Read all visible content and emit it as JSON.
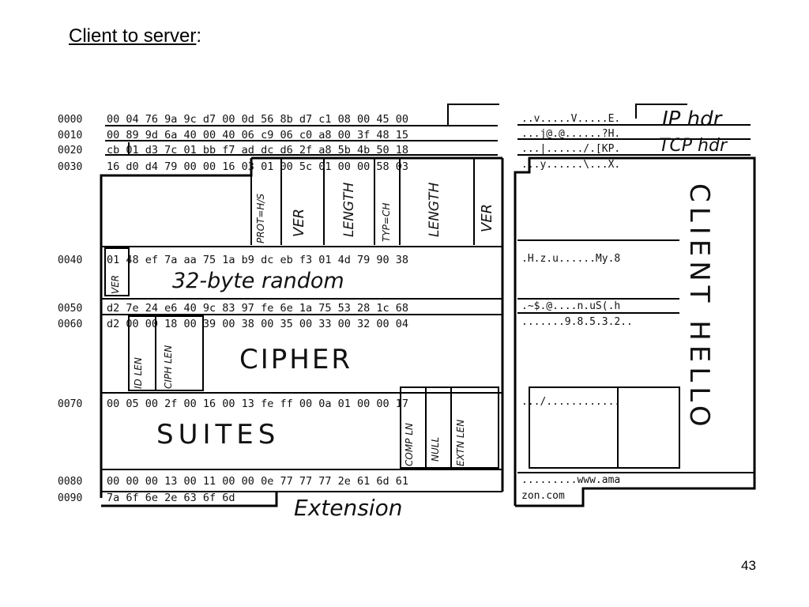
{
  "title": {
    "text": "Client to server",
    "suffix": ":"
  },
  "page_number": "43",
  "rows": [
    {
      "offset": "0000",
      "hex": "00 04 76 9a 9c d7 00 0d 56 8b d7 c1 08 00 45 00",
      "ascii": "..v.....V.....E."
    },
    {
      "offset": "0010",
      "hex": "00 89 9d 6a 40 00 40 06 c9 06 c0 a8 00 3f 48 15",
      "ascii": "...j@.@......?H."
    },
    {
      "offset": "0020",
      "hex": "cb 01 d3 7c 01 bb f7 ad dc d6 2f a8 5b 4b 50 18",
      "ascii": "...|....../.[KP."
    },
    {
      "offset": "0030",
      "hex": "16 d0 d4 79 00 00 16 03 01 00 5c 01 00 00 58 03",
      "ascii": "...y......\\...X."
    },
    {
      "offset": "0040",
      "hex": "01 48 ef 7a aa 75 1a b9 dc eb f3 01 4d 79 90 38",
      "ascii": ".H.z.u......My.8"
    },
    {
      "offset": "0050",
      "hex": "d2 7e 24 e6 40 9c 83 97 fe 6e 1a 75 53 28 1c 68",
      "ascii": ".~$.@....n.uS(.h"
    },
    {
      "offset": "0060",
      "hex": "d2 00 00 18 00 39 00 38 00 35 00 33 00 32 00 04",
      "ascii": ".......9.8.5.3.2.."
    },
    {
      "offset": "0070",
      "hex": "00 05 00 2f 00 16 00 13 fe ff 00 0a 01 00 00 17",
      "ascii": ".../............"
    },
    {
      "offset": "0080",
      "hex": "00 00 00 13 00 11 00 00 0e 77 77 77 2e 61 6d 61",
      "ascii": ".........www.ama"
    },
    {
      "offset": "0090",
      "hex": "7a 6f 6e 2e 63 6f 6d",
      "ascii": "zon.com"
    }
  ],
  "annotations": {
    "ip_hdr": "IP hdr",
    "tcp_hdr": "TCP hdr",
    "prot_hs": "PROT=H/S",
    "ver": "VER",
    "length": "LENGTH",
    "typ_ch": "TYP=CH",
    "random": "32-byte random",
    "id_len": "ID LEN",
    "ciph_len": "CIPH LEN",
    "cipher": "CIPHER",
    "suites": "SUITES",
    "comp_ln": "COMP LN",
    "null": "NULL",
    "extn_len": "EXTN LEN",
    "extension": "Extension",
    "client_hello": "CLIENT HELLO"
  }
}
